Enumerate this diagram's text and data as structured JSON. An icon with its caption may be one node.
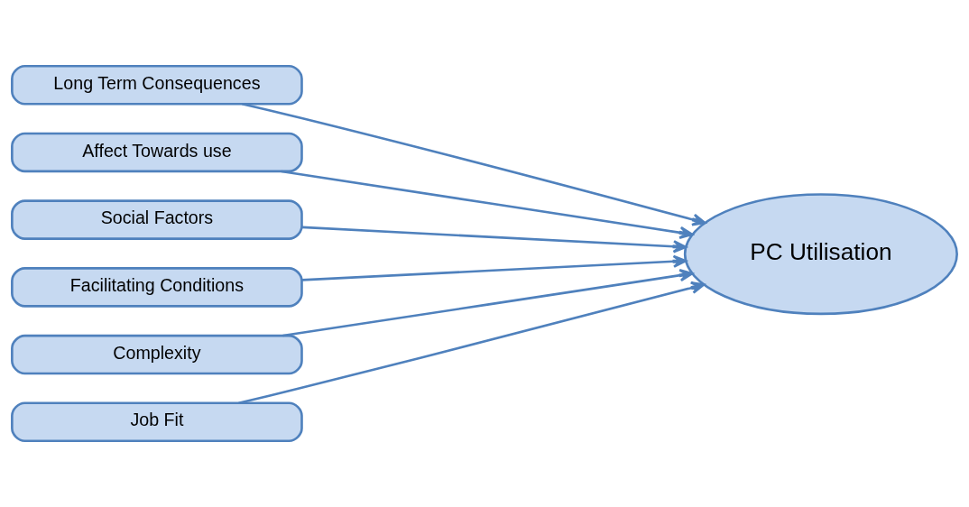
{
  "diagram": {
    "nodes": [
      {
        "text": [
          "Long Term Consequences"
        ]
      },
      {
        "text": [
          "Affect Towards use"
        ]
      },
      {
        "text": [
          "Social Factors"
        ]
      },
      {
        "text": [
          "Facilitating Conditions"
        ]
      },
      {
        "text": [
          "Complexity"
        ]
      },
      {
        "text": [
          "Job Fit"
        ]
      },
      {
        "text": [
          "PC Utilisation"
        ]
      }
    ],
    "edges": [
      {
        "from": 0,
        "to": 6,
        "arrow": "to"
      },
      {
        "from": 1,
        "to": 6,
        "arrow": "to"
      },
      {
        "from": 2,
        "to": 6,
        "arrow": "to"
      },
      {
        "from": 3,
        "to": 6,
        "arrow": "to"
      },
      {
        "from": 4,
        "to": 6,
        "arrow": "to"
      },
      {
        "from": 5,
        "to": 6,
        "arrow": "to"
      }
    ]
  }
}
